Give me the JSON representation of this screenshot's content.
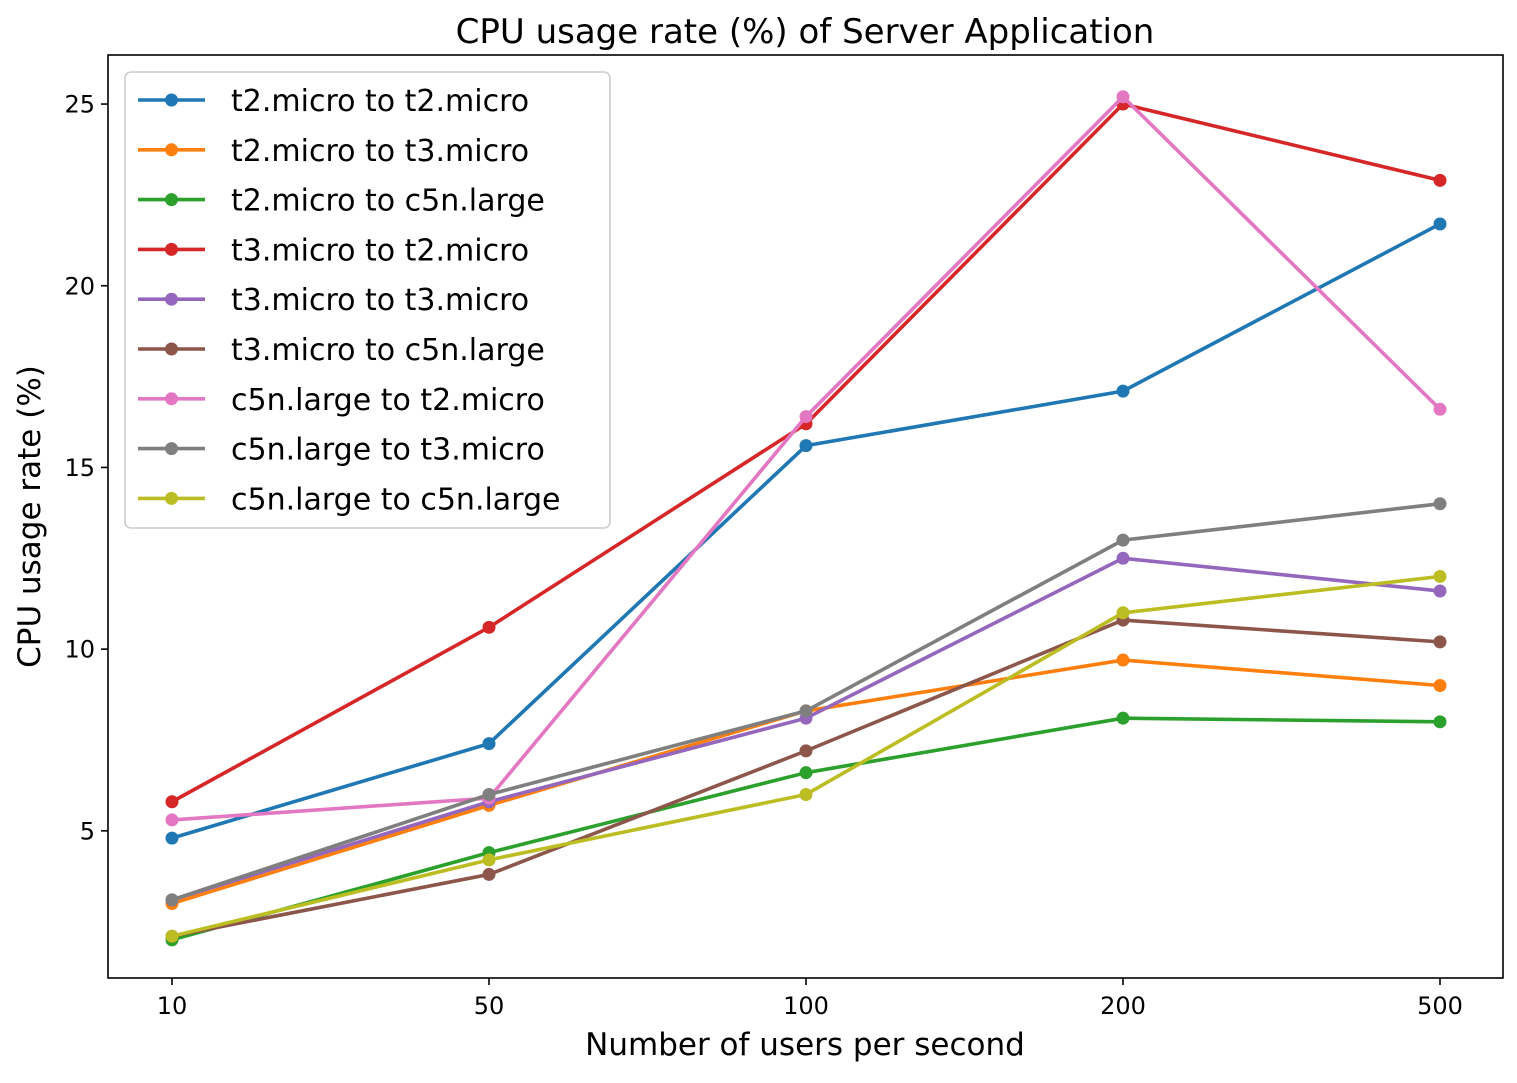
{
  "chart_data": {
    "type": "line",
    "title": "CPU usage rate (%) of Server Application",
    "xlabel": "Number of users per second",
    "ylabel": "CPU usage rate (%)",
    "categories": [
      "10",
      "50",
      "100",
      "200",
      "500"
    ],
    "ylim": [
      0.95,
      26.35
    ],
    "yticks": [
      5,
      10,
      15,
      20,
      25
    ],
    "grid": false,
    "legend_position": "upper-left",
    "series": [
      {
        "name": "t2.micro to t2.micro",
        "color": "#1f77b4",
        "values": [
          4.8,
          7.4,
          15.6,
          17.1,
          21.7
        ]
      },
      {
        "name": "t2.micro to t3.micro",
        "color": "#ff7f0e",
        "values": [
          3.0,
          5.7,
          8.3,
          9.7,
          9.0
        ]
      },
      {
        "name": "t2.micro to c5n.large",
        "color": "#2ca02c",
        "values": [
          2.0,
          4.4,
          6.6,
          8.1,
          8.0
        ]
      },
      {
        "name": "t3.micro to t2.micro",
        "color": "#d62728",
        "values": [
          5.8,
          10.6,
          16.2,
          25.0,
          22.9
        ]
      },
      {
        "name": "t3.micro to t3.micro",
        "color": "#9467bd",
        "values": [
          3.1,
          5.8,
          8.1,
          12.5,
          11.6
        ]
      },
      {
        "name": "t3.micro to c5n.large",
        "color": "#8c564b",
        "values": [
          2.1,
          3.8,
          7.2,
          10.8,
          10.2
        ]
      },
      {
        "name": "c5n.large to t2.micro",
        "color": "#e377c2",
        "values": [
          5.3,
          5.9,
          16.4,
          25.2,
          16.6
        ]
      },
      {
        "name": "c5n.large to t3.micro",
        "color": "#7f7f7f",
        "values": [
          3.1,
          6.0,
          8.3,
          13.0,
          14.0
        ]
      },
      {
        "name": "c5n.large to c5n.large",
        "color": "#bcbd22",
        "values": [
          2.1,
          4.2,
          6.0,
          11.0,
          12.0
        ]
      }
    ]
  }
}
